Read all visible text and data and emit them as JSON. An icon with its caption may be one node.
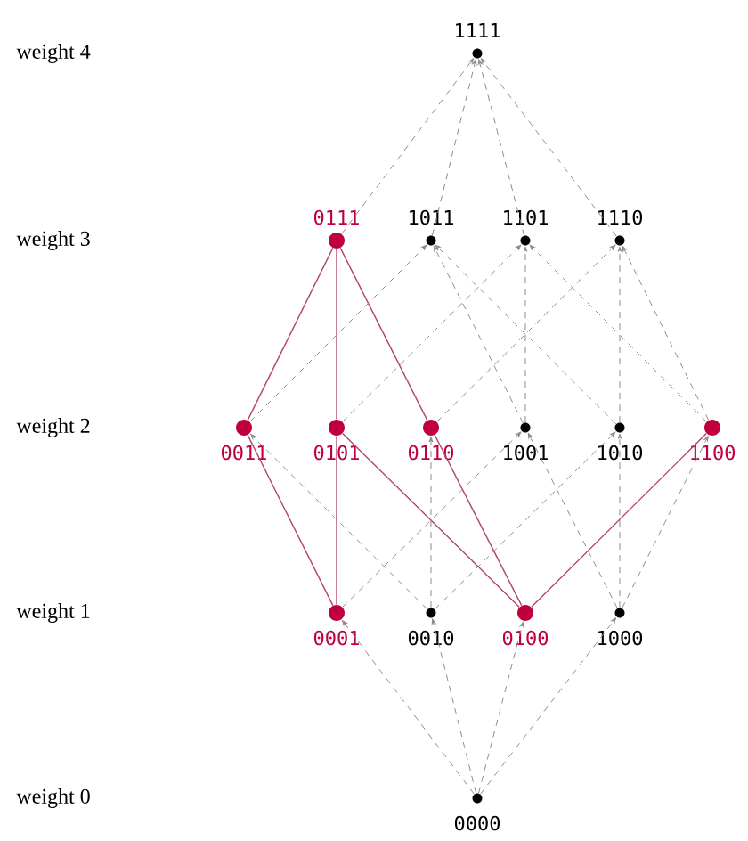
{
  "diagram": {
    "nodes": [
      {
        "text": [
          "1111"
        ]
      },
      {
        "text": [
          "0111"
        ]
      },
      {
        "text": [
          "1011"
        ]
      },
      {
        "text": [
          "1101"
        ]
      },
      {
        "text": [
          "1110"
        ]
      },
      {
        "text": [
          "0011"
        ]
      },
      {
        "text": [
          "0101"
        ]
      },
      {
        "text": [
          "0110"
        ]
      },
      {
        "text": [
          "1001"
        ]
      },
      {
        "text": [
          "1010"
        ]
      },
      {
        "text": [
          "1100"
        ]
      },
      {
        "text": [
          "0001"
        ]
      },
      {
        "text": [
          "0010"
        ]
      },
      {
        "text": [
          "0100"
        ]
      },
      {
        "text": [
          "1000"
        ]
      },
      {
        "text": [
          "0000"
        ]
      }
    ],
    "edges": [
      {
        "from": 1,
        "to": 0,
        "arrow": "to",
        "style": "dashed"
      },
      {
        "from": 2,
        "to": 0,
        "arrow": "to",
        "style": "dashed"
      },
      {
        "from": 3,
        "to": 0,
        "arrow": "to",
        "style": "dashed"
      },
      {
        "from": 4,
        "to": 0,
        "arrow": "to",
        "style": "dashed"
      },
      {
        "from": 5,
        "to": 1,
        "arrow": "none",
        "color": "#b5466b"
      },
      {
        "from": 6,
        "to": 1,
        "arrow": "none",
        "color": "#b5466b"
      },
      {
        "from": 7,
        "to": 1,
        "arrow": "none",
        "color": "#b5466b"
      },
      {
        "from": 5,
        "to": 2,
        "arrow": "to",
        "style": "dashed"
      },
      {
        "from": 8,
        "to": 2,
        "arrow": "to",
        "style": "dashed"
      },
      {
        "from": 9,
        "to": 2,
        "arrow": "to",
        "style": "dashed"
      },
      {
        "from": 6,
        "to": 3,
        "arrow": "to",
        "style": "dashed"
      },
      {
        "from": 8,
        "to": 3,
        "arrow": "to",
        "style": "dashed"
      },
      {
        "from": 10,
        "to": 3,
        "arrow": "to",
        "style": "dashed"
      },
      {
        "from": 7,
        "to": 4,
        "arrow": "to",
        "style": "dashed"
      },
      {
        "from": 9,
        "to": 4,
        "arrow": "to",
        "style": "dashed"
      },
      {
        "from": 10,
        "to": 4,
        "arrow": "to",
        "style": "dashed"
      },
      {
        "from": 11,
        "to": 5,
        "arrow": "none",
        "color": "#b5466b"
      },
      {
        "from": 12,
        "to": 5,
        "arrow": "to",
        "style": "dashed"
      },
      {
        "from": 11,
        "to": 6,
        "arrow": "none",
        "color": "#b5466b"
      },
      {
        "from": 13,
        "to": 6,
        "arrow": "none",
        "color": "#b5466b"
      },
      {
        "from": 12,
        "to": 7,
        "arrow": "to",
        "style": "dashed"
      },
      {
        "from": 13,
        "to": 7,
        "arrow": "none",
        "color": "#b5466b"
      },
      {
        "from": 11,
        "to": 8,
        "arrow": "to",
        "style": "dashed"
      },
      {
        "from": 14,
        "to": 8,
        "arrow": "to",
        "style": "dashed"
      },
      {
        "from": 12,
        "to": 9,
        "arrow": "to",
        "style": "dashed"
      },
      {
        "from": 14,
        "to": 9,
        "arrow": "to",
        "style": "dashed"
      },
      {
        "from": 13,
        "to": 10,
        "arrow": "none",
        "color": "#b5466b"
      },
      {
        "from": 14,
        "to": 10,
        "arrow": "to",
        "style": "dashed"
      },
      {
        "from": 15,
        "to": 11,
        "arrow": "to",
        "style": "dashed"
      },
      {
        "from": 15,
        "to": 12,
        "arrow": "to",
        "style": "dashed"
      },
      {
        "from": 15,
        "to": 13,
        "arrow": "to",
        "style": "dashed"
      },
      {
        "from": 15,
        "to": 14,
        "arrow": "to",
        "style": "dashed"
      }
    ],
    "labels": [
      "weight 4",
      "weight 3",
      "weight 2",
      "weight 1",
      "weight 0"
    ]
  }
}
